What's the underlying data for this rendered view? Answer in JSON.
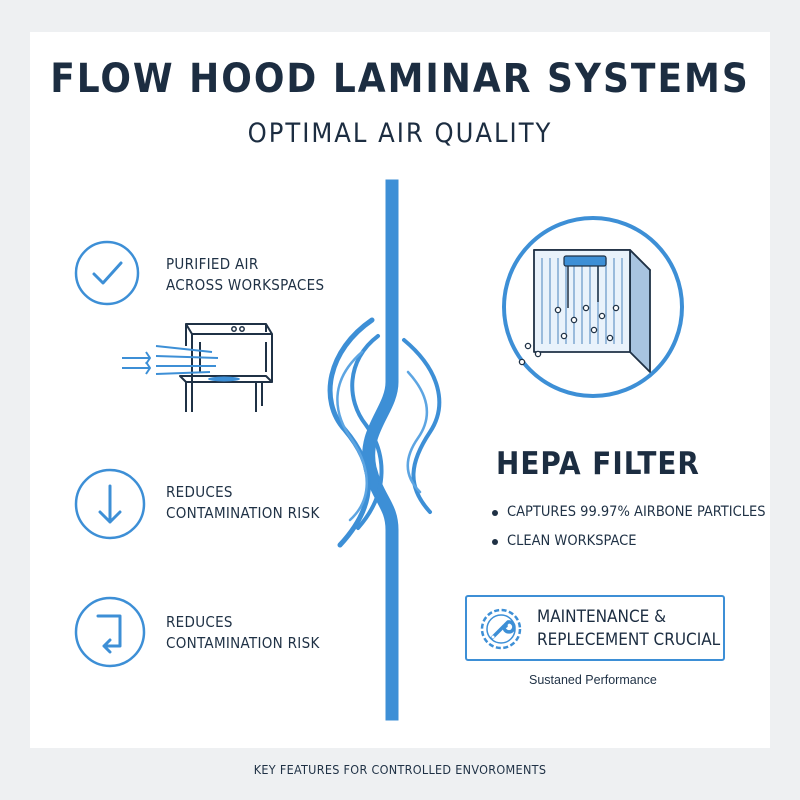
{
  "header": {
    "title": "FLOW HOOD LAMINAR SYSTEMS",
    "subtitle": "OPTIMAL AIR QUALITY"
  },
  "features": [
    {
      "icon": "check-circle-icon",
      "line1": "PURIFIED AIR",
      "line2": "ACROSS WORKSPACES"
    },
    {
      "icon": "arrow-down-circle-icon",
      "line1": "REDUCES",
      "line2": "CONTAMINATION RISK"
    },
    {
      "icon": "return-arrow-circle-icon",
      "line1": "REDUCES",
      "line2": "CONTAMINATION RISK"
    }
  ],
  "hepa": {
    "icon": "hepa-filter-icon",
    "title": "HEPA FILTER",
    "bullets": [
      "CAPTURES 99.97% AIRBONE PARTICLES",
      "CLEAN WORKSPACE"
    ]
  },
  "maintenance": {
    "icon": "wrench-gear-icon",
    "line1": "MAINTENANCE &",
    "line2": "REPLECEMENT CRUCIAL",
    "caption": "Sustaned Performance"
  },
  "footer": "KEY FEATURES FOR CONTROLLED ENVOROMENTS",
  "colors": {
    "accent": "#3d8fd6",
    "text": "#1c2d41",
    "background": "#ffffff"
  }
}
